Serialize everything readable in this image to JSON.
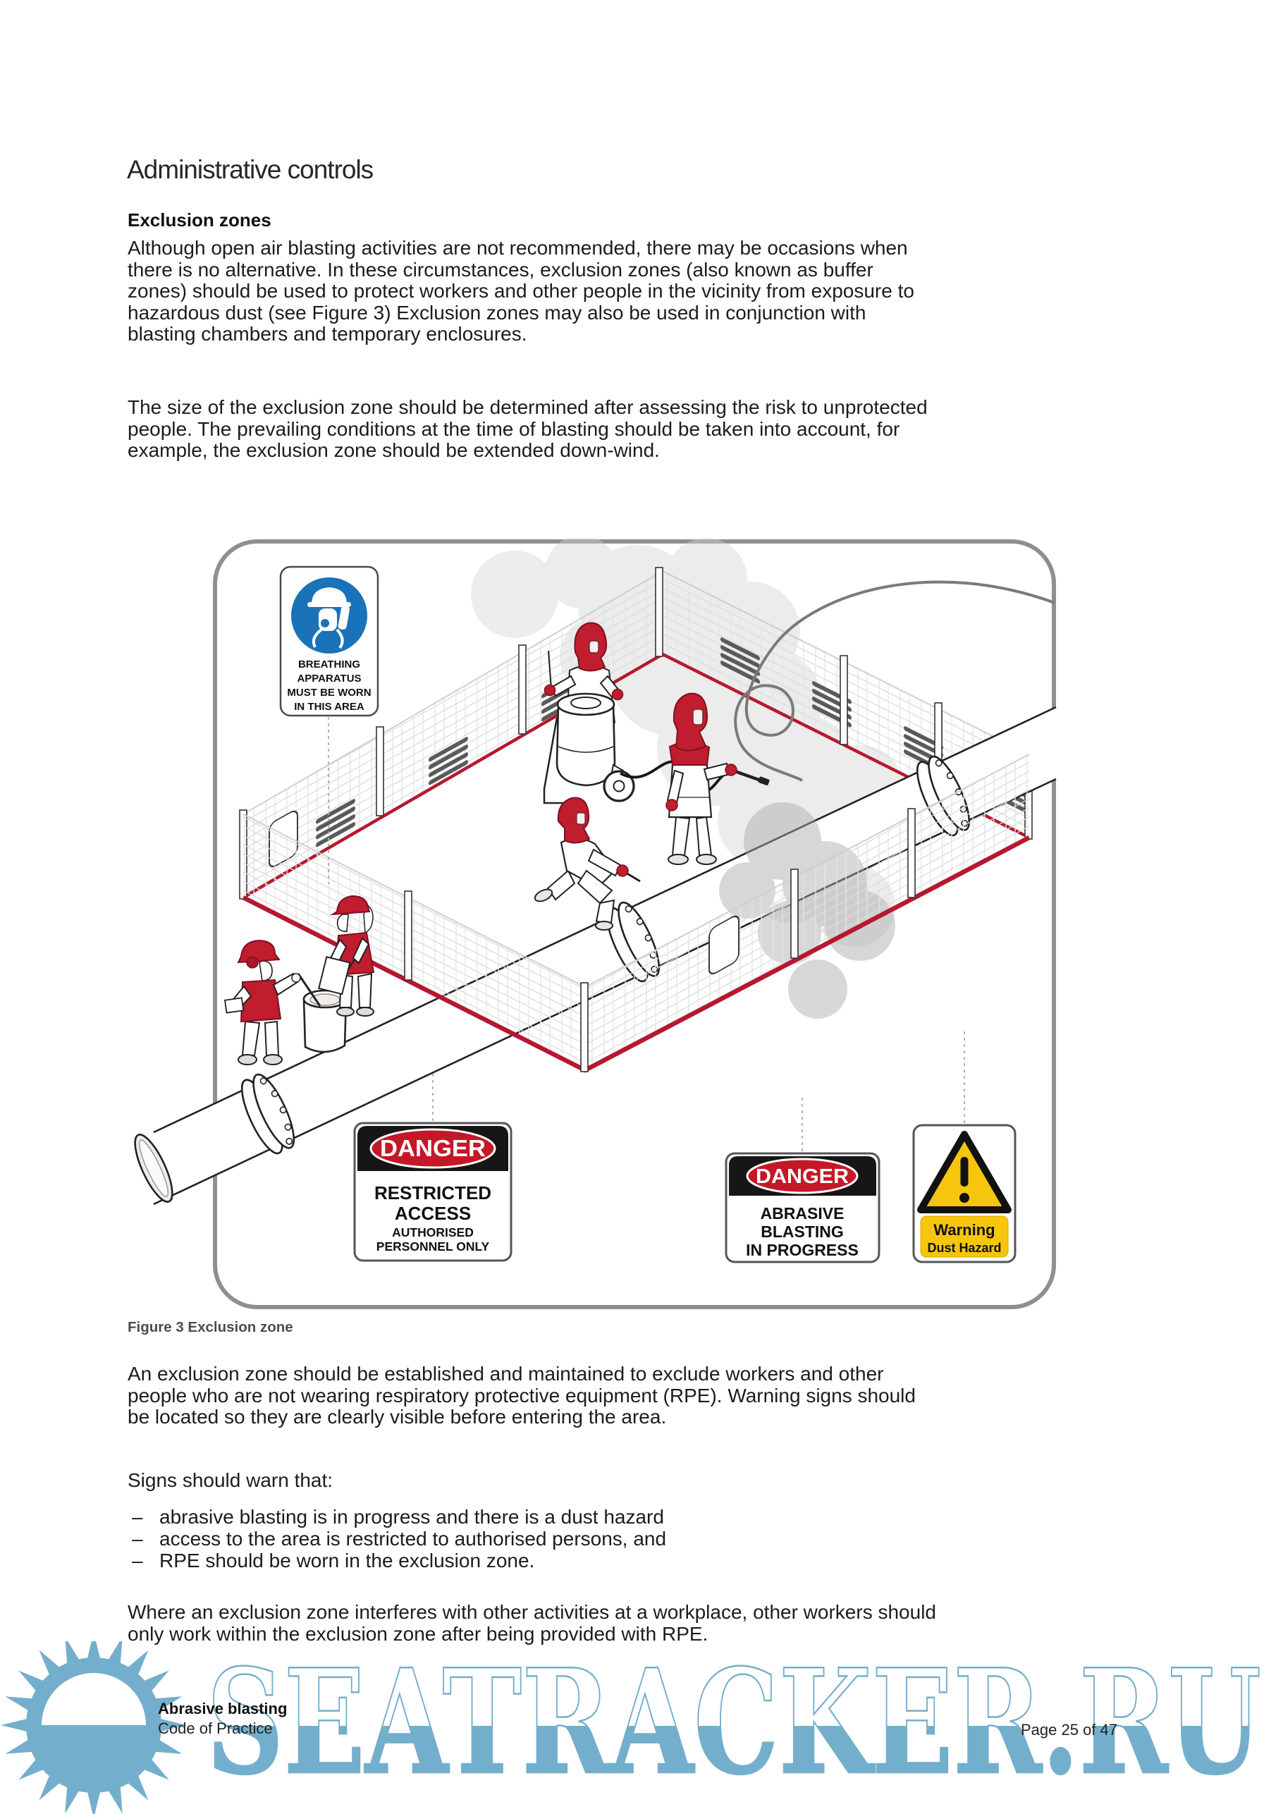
{
  "page": {
    "title": "Administrative controls",
    "section_heading": "Exclusion zones",
    "paragraphs": {
      "p1": "Although open air blasting activities are not recommended, there may be occasions when\nthere is no alternative. In these circumstances, exclusion zones (also known as buffer\nzones) should be used to protect workers and other people in the vicinity from exposure to\nhazardous dust (see Figure 3) Exclusion zones may also be used in conjunction with\nblasting chambers and temporary enclosures.",
      "p2": "The size of the exclusion zone should be determined after assessing the risk to unprotected\npeople. The prevailing conditions at the time of blasting should be taken into account, for\nexample, the exclusion zone should be extended down-wind.",
      "p3": "An exclusion zone should be established and maintained to exclude workers and other\npeople who are not wearing respiratory protective equipment (RPE). Warning signs should\nbe located so they are clearly visible before entering the area.",
      "p4": "Signs should warn that:",
      "p5": "Where an exclusion zone interferes with other activities at a workplace, other workers should\nonly work within the exclusion zone after being provided with RPE."
    },
    "figure_caption": "Figure 3 Exclusion zone",
    "bullet_marker": "–",
    "bullets": [
      "abrasive blasting is in progress and there is a dust hazard",
      "access to the area is restricted to authorised persons, and",
      "RPE should be worn in the exclusion zone."
    ]
  },
  "figure": {
    "signs": {
      "breathing": {
        "icon": "breathing-apparatus-pictogram",
        "lines": [
          "BREATHING",
          "APPARATUS",
          "MUST BE WORN",
          "IN THIS AREA"
        ]
      },
      "danger_restricted": {
        "header": "DANGER",
        "line1": "RESTRICTED",
        "line2": "ACCESS",
        "line3": "AUTHORISED",
        "line4": "PERSONNEL ONLY"
      },
      "danger_blasting": {
        "header": "DANGER",
        "line1": "ABRASIVE",
        "line2": "BLASTING",
        "line3": "IN PROGRESS"
      },
      "warning": {
        "icon": "warning-triangle-icon",
        "symbol": "!",
        "title": "Warning",
        "subtitle": "Dust Hazard"
      }
    },
    "colors": {
      "fence_line_red": "#b5182f",
      "worker_red": "#c01d2e",
      "mandatory_sign_blue": "#1a72b8",
      "danger_oval_red": "#c41828",
      "warning_yellow": "#f6c50e"
    }
  },
  "footer": {
    "doc_title": "Abrasive blasting",
    "doc_subtitle": "Code of Practice",
    "page_indicator": "Page 25 of 47"
  },
  "watermark": {
    "text": "SEATRACKER.RU",
    "icon": "sun-logo-icon",
    "color": "#74aecd"
  }
}
